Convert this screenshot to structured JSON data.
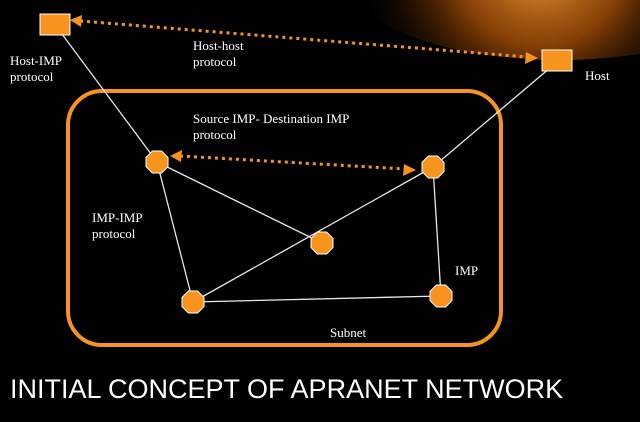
{
  "labels": {
    "host_imp_protocol": "Host-IMP\nprotocol",
    "host_host_protocol": "Host-host\nprotocol",
    "host": "Host",
    "source_dest_imp_protocol": "Source IMP- Destination IMP\nprotocol",
    "imp_imp_protocol": "IMP-IMP\nprotocol",
    "imp": "IMP",
    "subnet": "Subnet"
  },
  "caption": "INITIAL CONCEPT OF APRANET NETWORK",
  "colors": {
    "background": "#000000",
    "node_fill": "#f7941d",
    "accent": "#f7941d",
    "link": "#e8e8e8",
    "text": "#ffffff"
  }
}
